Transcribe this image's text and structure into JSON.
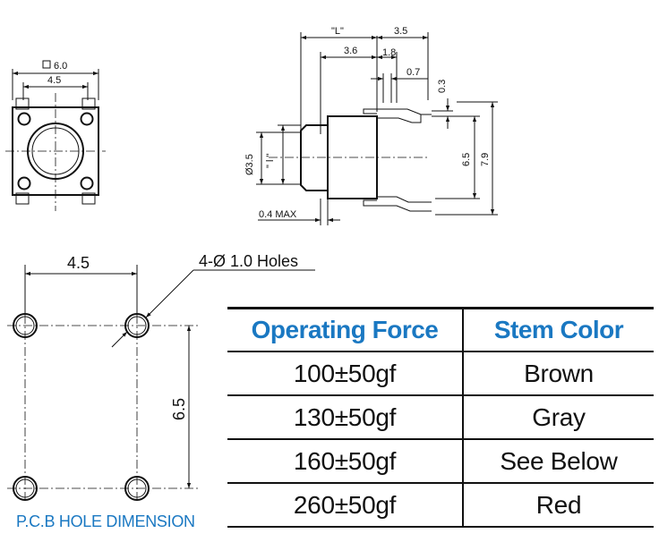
{
  "top_view": {
    "outer_dim": "6.0",
    "inner_dim": "4.5"
  },
  "side_view": {
    "dim_L": "\"L\"",
    "dim_35": "3.5",
    "dim_36": "3.6",
    "dim_18": "1.8",
    "dim_07": "0.7",
    "dim_03": "0.3",
    "dim_65": "6.5",
    "dim_79": "7.9",
    "dim_dia35": "Ø3.5",
    "dim_l": "\" l \"",
    "dim_04max": "0.4 MAX"
  },
  "pcb": {
    "width_dim": "4.5",
    "height_dim": "6.5",
    "holes_label": "4-Ø 1.0 Holes",
    "title": "P.C.B HOLE DIMENSION"
  },
  "table": {
    "headers": {
      "force": "Operating Force",
      "color": "Stem Color"
    },
    "rows": [
      {
        "force": "100±50gf",
        "color": "Brown"
      },
      {
        "force": "130±50gf",
        "color": "Gray"
      },
      {
        "force": "160±50gf",
        "color": "See Below"
      },
      {
        "force": "260±50gf",
        "color": "Red"
      }
    ]
  },
  "colors": {
    "accent": "#1a78c2",
    "line": "#111111"
  }
}
